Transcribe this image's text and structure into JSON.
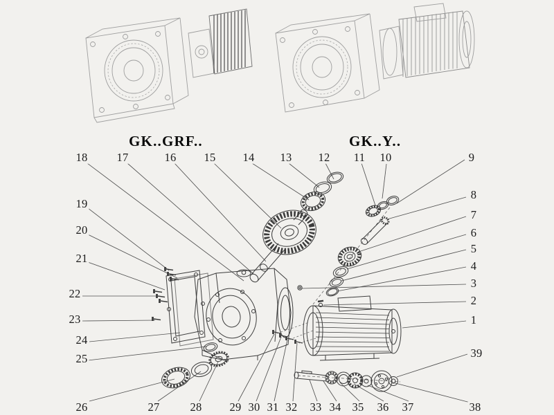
{
  "page": {
    "background": "#f2f1ee",
    "line_color": "#3c3c3c",
    "faint_line_color": "#9e9e9e"
  },
  "models": {
    "left_label": "GK..GRF..",
    "right_label": "GK..Y.."
  },
  "callouts": [
    "18",
    "17",
    "16",
    "15",
    "14",
    "13",
    "12",
    "11",
    "10",
    "9",
    "8",
    "7",
    "6",
    "5",
    "4",
    "3",
    "2",
    "1",
    "39",
    "19",
    "20",
    "21",
    "22",
    "23",
    "24",
    "25",
    "26",
    "27",
    "28",
    "29",
    "30",
    "31",
    "32",
    "33",
    "34",
    "35",
    "36",
    "37",
    "38"
  ]
}
